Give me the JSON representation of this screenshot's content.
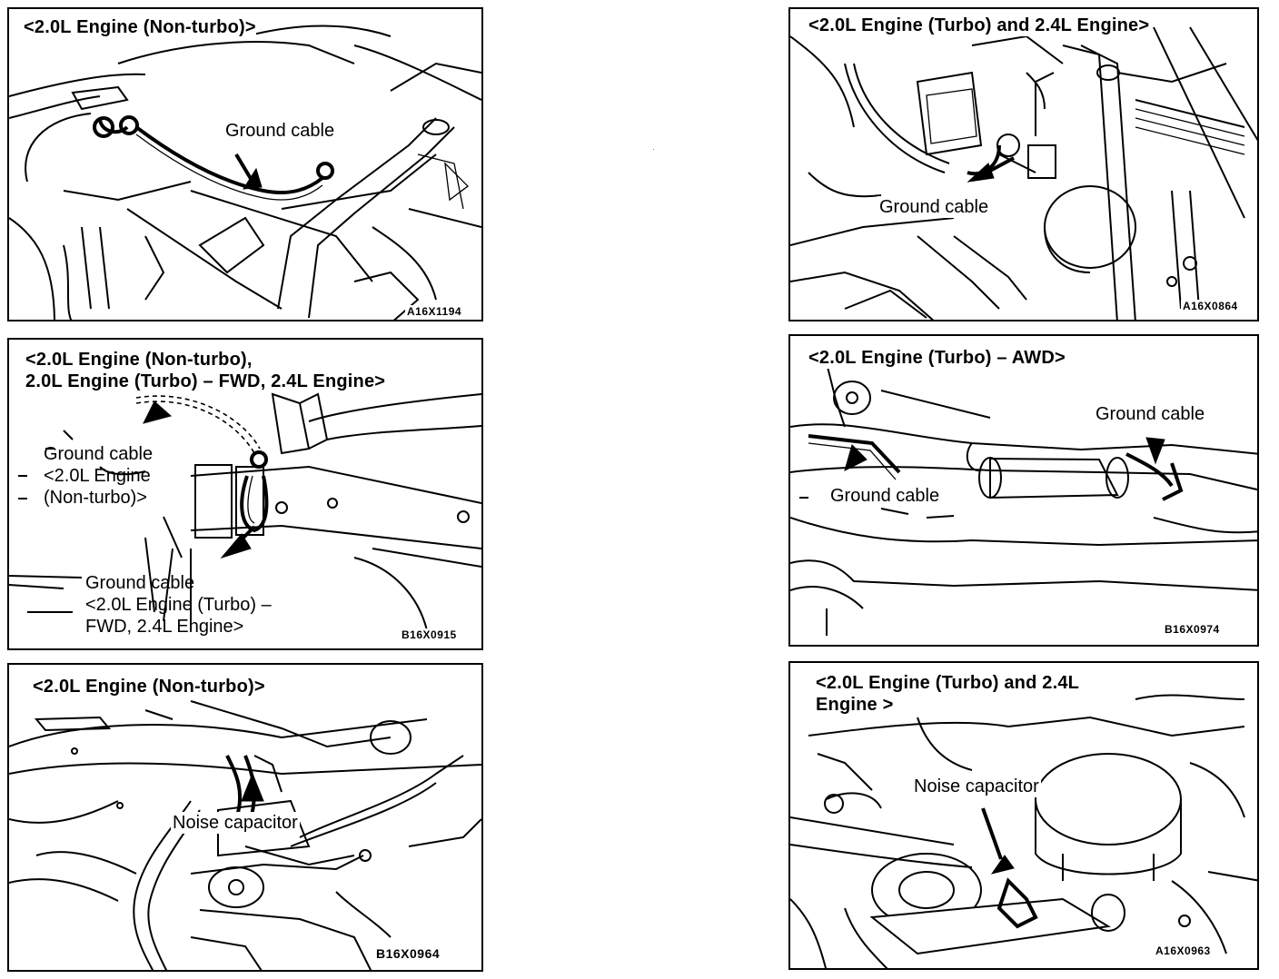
{
  "panels": [
    {
      "title": "<2.0L Engine (Non-turbo)>",
      "labels": [
        "Ground cable"
      ],
      "code": "A16X1194"
    },
    {
      "title": "<2.0L Engine (Turbo) and 2.4L Engine>",
      "labels": [
        "Ground cable"
      ],
      "code": "A16X0864"
    },
    {
      "title": "<2.0L Engine (Non-turbo),\n2.0L Engine (Turbo) – FWD, 2.4L Engine>",
      "labels": [
        "Ground cable\n<2.0L Engine\n(Non-turbo)>",
        "Ground cable\n<2.0L  Engine  (Turbo)  –\nFWD, 2.4L Engine>"
      ],
      "code": "B16X0915"
    },
    {
      "title": "<2.0L Engine (Turbo) – AWD>",
      "labels": [
        "Ground cable",
        "Ground cable"
      ],
      "code": "B16X0974"
    },
    {
      "title": "<2.0L Engine (Non-turbo)>",
      "labels": [
        "Noise capacitor"
      ],
      "code": "B16X0964"
    },
    {
      "title": "<2.0L  Engine  (Turbo)  and  2.4L\nEngine >",
      "labels": [
        "Noise capacitor"
      ],
      "code": "A16X0963"
    }
  ]
}
